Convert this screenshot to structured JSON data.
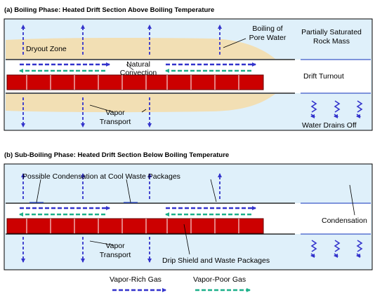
{
  "panel_a": {
    "title": "(a)    Boiling Phase:  Heated Drift Section Above Boiling Temperature",
    "labels": {
      "dryout_zone": "Dryout Zone",
      "boiling_line1": "Boiling of",
      "boiling_line2": "Pore Water",
      "rock_line1": "Partially Saturated",
      "rock_line2": "Rock Mass",
      "convection_line1": "Natural",
      "convection_line2": "Convection",
      "drift_turnout": "Drift Turnout",
      "vapor_line1": "Vapor",
      "vapor_line2": "Transport",
      "water_drains": "Water Drains Off"
    }
  },
  "panel_b": {
    "title": "(b)    Sub-Boiling Phase:  Heated Drift Section Below Boiling Temperature",
    "labels": {
      "condensation_waste": "Possible Condensation at Cool Waste Packages",
      "condensation": "Condensation",
      "vapor_line1": "Vapor",
      "vapor_line2": "Transport",
      "drip_shield": "Drip Shield and Waste Packages"
    }
  },
  "legend": {
    "vapor_rich": "Vapor-Rich Gas",
    "vapor_poor": "Vapor-Poor Gas"
  },
  "colors": {
    "rock": "#dff0fa",
    "dryout": "#f2dfb4",
    "waste_package": "#cc0000",
    "vapor_rich": "#3333cc",
    "vapor_poor": "#1db08a",
    "drift_line": "#000000",
    "turnout_line": "#3a58c8"
  }
}
